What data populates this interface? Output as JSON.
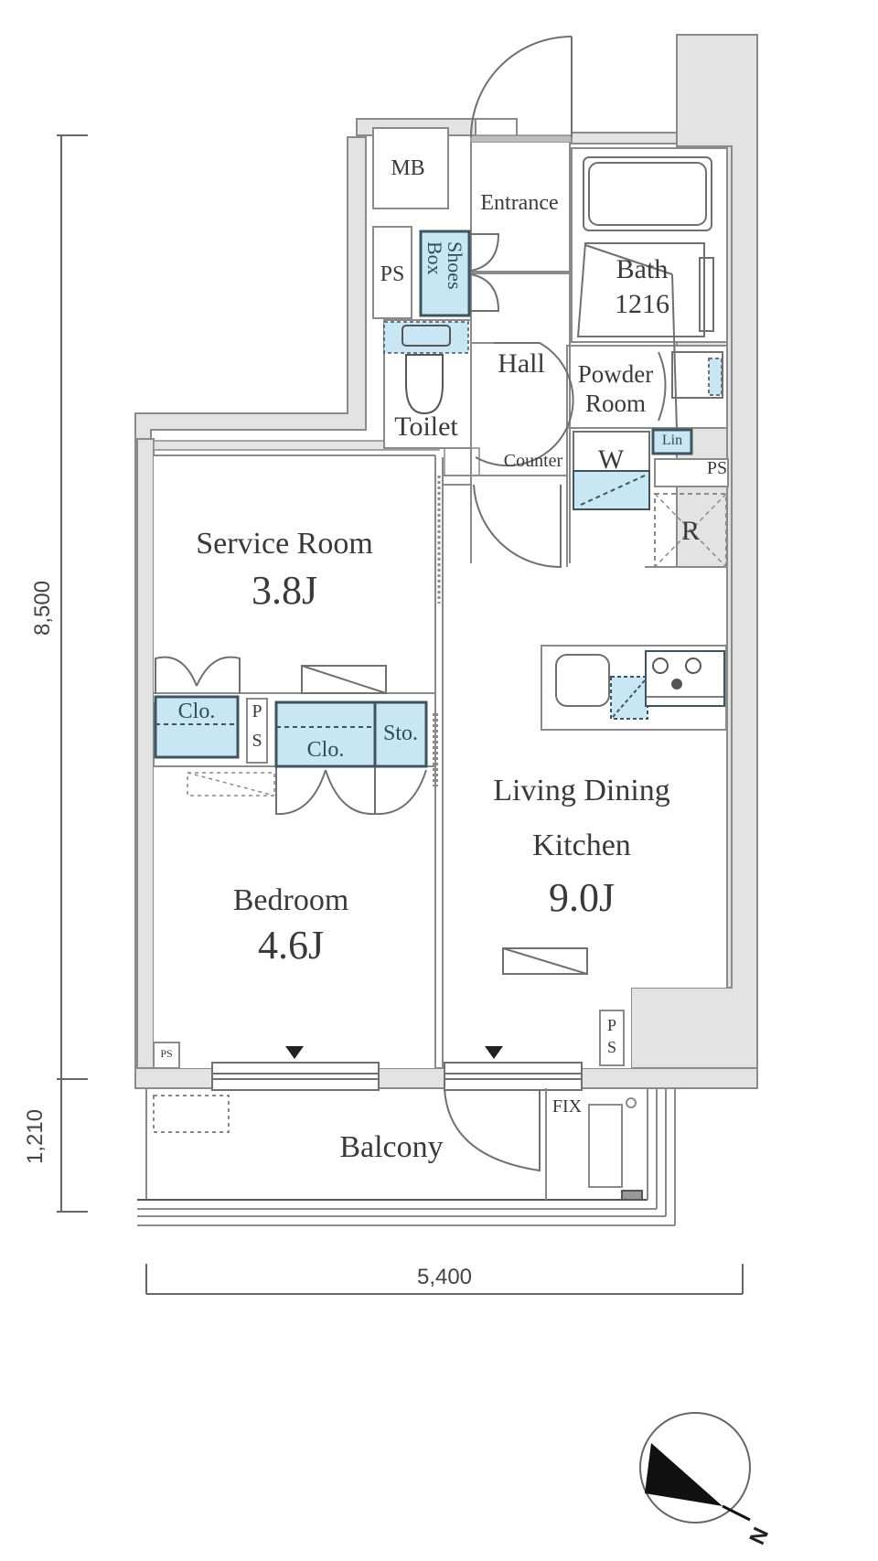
{
  "floor_plan": {
    "dimensions": {
      "total_depth": "8,500",
      "balcony_depth": "1,210",
      "width": "5,400"
    },
    "rooms": {
      "service_room": {
        "name": "Service Room",
        "size": "3.8J"
      },
      "bedroom": {
        "name": "Bedroom",
        "size": "4.6J"
      },
      "ldk": {
        "name_line1": "Living Dining",
        "name_line2": "Kitchen",
        "size": "9.0J"
      },
      "balcony": {
        "name": "Balcony"
      },
      "entrance": {
        "name": "Entrance"
      },
      "hall": {
        "name": "Hall"
      },
      "toilet": {
        "name": "Toilet"
      },
      "bath": {
        "name": "Bath",
        "size": "1216"
      },
      "powder_room": {
        "name_line1": "Powder",
        "name_line2": "Room"
      }
    },
    "fixtures": {
      "mb": "MB",
      "ps_entrance": "PS",
      "shoes_box_line1": "Shoes",
      "shoes_box_line2": "Box",
      "counter": "Counter",
      "washer": "W",
      "linen": "Lin",
      "ps_right": "PS",
      "refrigerator": "R",
      "closet_service": "Clo.",
      "ps_middle_line1": "P",
      "ps_middle_line2": "S",
      "closet_bedroom": "Clo.",
      "storage": "Sto.",
      "ps_ldk_line1": "P",
      "ps_ldk_line2": "S",
      "fix_window": "FIX",
      "ps_balcony_corner": "PS"
    },
    "compass": {
      "north_label": "N"
    },
    "colors": {
      "wall_fill": "#e3e3e3",
      "wall_line": "#8a8a8a",
      "storage_fill": "#c9e6f5",
      "storage_line": "#3e5560",
      "text": "#3a3a3a"
    }
  }
}
